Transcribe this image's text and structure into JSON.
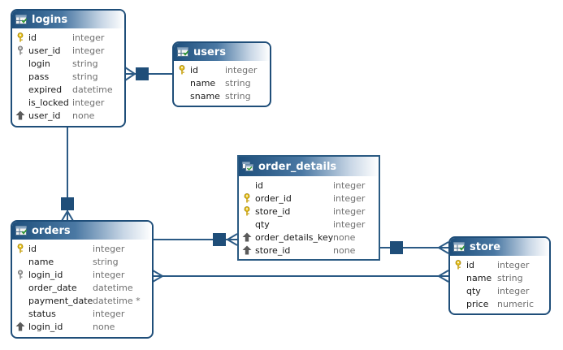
{
  "tables": [
    {
      "key": "logins",
      "title": "logins",
      "fields": [
        {
          "name": "id",
          "type": "integer",
          "icon": "primary-key-icon"
        },
        {
          "name": "user_id",
          "type": "integer",
          "icon": "foreign-key-icon"
        },
        {
          "name": "login",
          "type": "string",
          "icon": ""
        },
        {
          "name": "pass",
          "type": "string",
          "icon": ""
        },
        {
          "name": "expired",
          "type": "datetime",
          "icon": ""
        },
        {
          "name": "is_locked",
          "type": "integer",
          "icon": ""
        },
        {
          "name": "user_id",
          "type": "none",
          "icon": "reference-arrow-icon"
        }
      ]
    },
    {
      "key": "users",
      "title": "users",
      "fields": [
        {
          "name": "id",
          "type": "integer",
          "icon": "primary-key-icon"
        },
        {
          "name": "name",
          "type": "string",
          "icon": ""
        },
        {
          "name": "sname",
          "type": "string",
          "icon": ""
        }
      ]
    },
    {
      "key": "order_details",
      "title": "order_details",
      "fields": [
        {
          "name": "id",
          "type": "integer",
          "icon": ""
        },
        {
          "name": "order_id",
          "type": "integer",
          "icon": "primary-key-icon"
        },
        {
          "name": "store_id",
          "type": "integer",
          "icon": "primary-key-icon"
        },
        {
          "name": "qty",
          "type": "integer",
          "icon": ""
        },
        {
          "name": "order_details_key",
          "type": "none",
          "icon": "reference-arrow-icon"
        },
        {
          "name": "store_id",
          "type": "none",
          "icon": "reference-arrow-icon"
        }
      ]
    },
    {
      "key": "orders",
      "title": "orders",
      "fields": [
        {
          "name": "id",
          "type": "integer",
          "icon": "primary-key-icon"
        },
        {
          "name": "name",
          "type": "string",
          "icon": ""
        },
        {
          "name": "login_id",
          "type": "integer",
          "icon": "foreign-key-icon"
        },
        {
          "name": "order_date",
          "type": "datetime",
          "icon": ""
        },
        {
          "name": "payment_date",
          "type": "datetime *",
          "icon": ""
        },
        {
          "name": "status",
          "type": "integer",
          "icon": ""
        },
        {
          "name": "login_id",
          "type": "none",
          "icon": "reference-arrow-icon"
        }
      ]
    },
    {
      "key": "store",
      "title": "store",
      "fields": [
        {
          "name": "id",
          "type": "integer",
          "icon": "primary-key-icon"
        },
        {
          "name": "name",
          "type": "string",
          "icon": ""
        },
        {
          "name": "qty",
          "type": "integer",
          "icon": ""
        },
        {
          "name": "price",
          "type": "numeric",
          "icon": ""
        }
      ]
    }
  ],
  "relationships": [
    {
      "from": "logins",
      "to": "users"
    },
    {
      "from": "orders",
      "to": "logins"
    },
    {
      "from": "orders",
      "to": "order_details"
    },
    {
      "from": "order_details",
      "to": "store"
    },
    {
      "from": "orders",
      "to": "store"
    }
  ],
  "colors": {
    "border": "#1f4e79",
    "line": "#2b5a85",
    "key": "#e8c21c",
    "arrow": "#5a5a5a"
  }
}
